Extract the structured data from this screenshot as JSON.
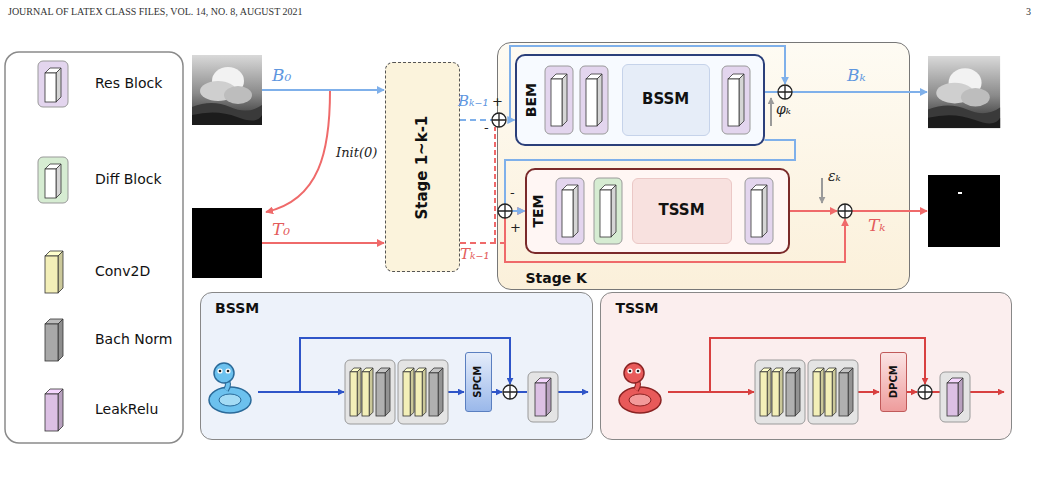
{
  "diagram": {
    "nodes": [
      {
        "text": [
          "Stage 1~k-1"
        ]
      },
      {
        "text": [
          "Stage K"
        ]
      },
      {
        "text": [
          "BEM"
        ],
        "in": 1
      },
      {
        "text": [
          "BSSM"
        ],
        "in": 2
      },
      {
        "text": [
          "TEM"
        ],
        "in": 1
      },
      {
        "text": [
          "TSSM"
        ],
        "in": 4
      },
      {
        "text": [
          "BSSM"
        ]
      },
      {
        "text": [
          "SPCM"
        ],
        "in": 6
      },
      {
        "text": [
          "TSSM"
        ]
      },
      {
        "text": [
          "DPCM"
        ],
        "in": 8
      }
    ],
    "edges": [
      {
        "from": 0,
        "to": 2,
        "arrow": "to",
        "label": "Bₖ₋₁"
      },
      {
        "from": 0,
        "to": 4,
        "arrow": "to",
        "label": "Tₖ₋₁"
      },
      {
        "from": 2,
        "to": 4,
        "arrow": "to"
      }
    ],
    "labels": [
      "JOURNAL OF LATEX CLASS FILES, VOL. 14, NO. 8, AUGUST 2021",
      "3",
      "B₀",
      "T₀",
      "Init(0)",
      "+",
      "-",
      "-",
      "+",
      "φₖ",
      "εₖ",
      "Bₖ",
      "Tₖ"
    ],
    "legend": [
      {
        "text": "Res Block",
        "color": "#e3d5ee"
      },
      {
        "text": "Diff Block",
        "color": "#d6ecd2"
      },
      {
        "text": "Conv2D",
        "color": "#f3efb8"
      },
      {
        "text": "Bach Norm",
        "color": "#a8a8a8"
      },
      {
        "text": "LeakRelu",
        "color": "#dcc0e4"
      }
    ]
  }
}
